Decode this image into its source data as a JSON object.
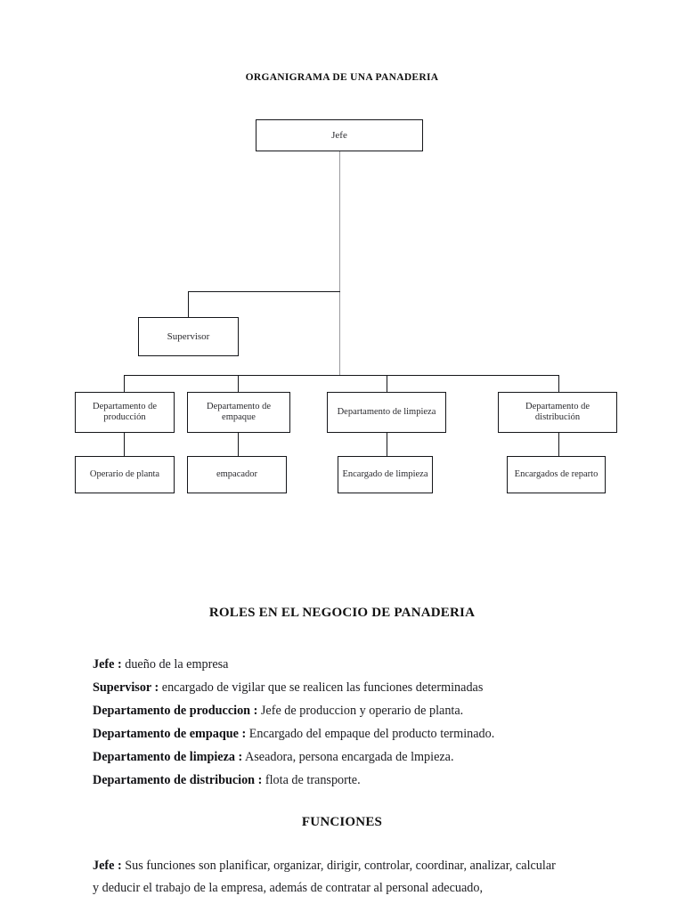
{
  "document": {
    "title": "ORGANIGRAMA DE UNA PANADERIA"
  },
  "orgchart": {
    "root": {
      "label": "Jefe"
    },
    "supervisor": {
      "label": "Supervisor"
    },
    "departments": [
      {
        "label": "Departamento de producción",
        "child": "Operario de planta"
      },
      {
        "label": "Departamento de empaque",
        "child": "empacador"
      },
      {
        "label": "Departamento de limpieza",
        "child": "Encargado de limpieza"
      },
      {
        "label": "Departamento de distribución",
        "child": "Encargados de reparto"
      }
    ],
    "nodes": {
      "jefe": "Jefe",
      "supervisor": "Supervisor",
      "dep_produccion": "Departamento de producción",
      "dep_empaque": "Departamento de empaque",
      "dep_limpieza": "Departamento de limpieza",
      "dep_distribucion": "Departamento de distribución",
      "operario_planta": "Operario de planta",
      "empacador": "empacador",
      "encargado_limpieza": "Encargado de limpieza",
      "encargados_reparto": "Encargados de reparto"
    },
    "line_color": "#15161a",
    "faint_line_color": "#9a9a9e"
  },
  "roles": {
    "heading": "ROLES EN EL NEGOCIO DE PANADERIA",
    "items": [
      {
        "term": "Jefe :",
        "text": " dueño de la empresa"
      },
      {
        "term": "Supervisor :",
        "text": " encargado de vigilar que se realicen las funciones determinadas"
      },
      {
        "term": "Departamento de produccion :",
        "text": " Jefe de produccion y operario de planta."
      },
      {
        "term": "Departamento de empaque :",
        "text": " Encargado del empaque del producto terminado."
      },
      {
        "term": "Departamento de limpieza :",
        "text": " Aseadora, persona encargada de lmpieza."
      },
      {
        "term": "Departamento de distribucion :",
        "text": " flota de transporte."
      }
    ]
  },
  "funciones": {
    "heading": "FUNCIONES",
    "items": [
      {
        "term": "Jefe :",
        "text": " Sus funciones son planificar, organizar, dirigir, controlar, coordinar, analizar, calcular y deducir el trabajo de la empresa, además de contratar al personal adecuado,"
      }
    ]
  }
}
